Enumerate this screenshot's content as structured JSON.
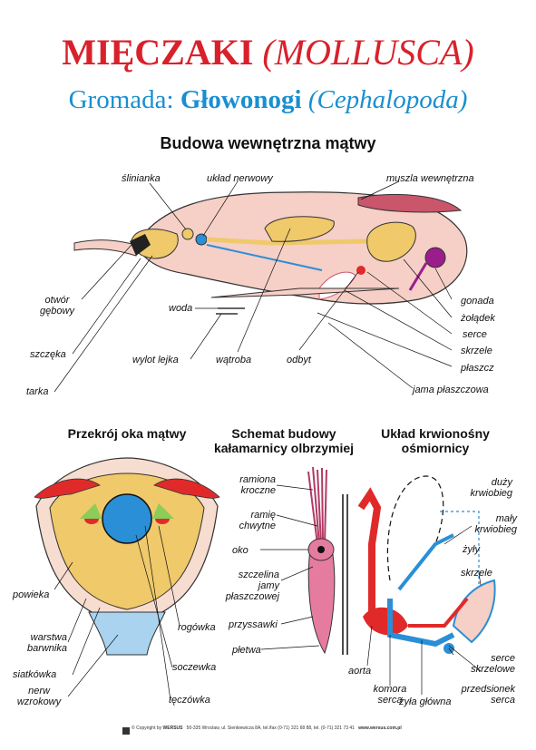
{
  "title": {
    "main": "MIĘCZAKI",
    "latin": "(MOLLUSCA)"
  },
  "subtitle": {
    "prefix": "Gromada:",
    "group": "Głowonogi",
    "latin": "(Cephalopoda)"
  },
  "heading": "Budowa wewnętrzna mątwy",
  "cuttlefish_labels": {
    "slinianka": "ślinianka",
    "uklad_nerwowy": "układ nerwowy",
    "muszla": "muszla wewnętrzna",
    "otwor_gebowy_1": "otwór",
    "otwor_gebowy_2": "gębowy",
    "woda": "woda",
    "szczeka": "szczęka",
    "wylot_lejka": "wylot lejka",
    "watroba": "wątroba",
    "odbyt": "odbyt",
    "tarka": "tarka",
    "gonada": "gonada",
    "zoladek": "żołądek",
    "serce": "serce",
    "skrzele": "skrzele",
    "plaszcz": "płaszcz",
    "jama_plaszczowa": "jama płaszczowa"
  },
  "section_eye": {
    "title": "Przekrój oka mątwy",
    "labels": {
      "powieka": "powieka",
      "warstwa_1": "warstwa",
      "warstwa_2": "barwnika",
      "siatkowka": "siatkówka",
      "nerw_1": "nerw",
      "nerw_2": "wzrokowy",
      "rogowka": "rogówka",
      "soczewka": "soczewka",
      "teczowka": "tęczówka"
    }
  },
  "section_squid": {
    "title_1": "Schemat budowy",
    "title_2": "kałamarnicy olbrzymiej",
    "labels": {
      "ramiona_1": "ramiona",
      "ramiona_2": "kroczne",
      "ramie_1": "ramię",
      "ramie_2": "chwytne",
      "oko": "oko",
      "szczelina_1": "szczelina",
      "szczelina_2": "jamy",
      "szczelina_3": "płaszczowej",
      "przyssawki": "przyssawki",
      "pletwa": "płetwa"
    }
  },
  "section_blood": {
    "title_1": "Układ krwionośny",
    "title_2": "ośmiornicy",
    "labels": {
      "duzy_1": "duży",
      "duzy_2": "krwiobieg",
      "maly_1": "mały",
      "maly_2": "krwiobieg",
      "zyly": "żyły",
      "skrzele": "skrzele",
      "aorta": "aorta",
      "komora_1": "komora",
      "komora_2": "serca",
      "zyla_glowna": "żyła główna",
      "serce_1": "serce",
      "serce_2": "skrzelowe",
      "przedsionek_1": "przedsionek",
      "przedsionek_2": "serca"
    }
  },
  "footer": {
    "copyright": "© Copyright by",
    "brand": "WERSUS",
    "address": "50-335 Wrocław, ul. Sienkiewicza 8A, tel./fax (0-71) 321 68 88, tel. (0-71) 321 73 41",
    "web": "www.wersus.com.pl"
  },
  "colors": {
    "title": "#d9212b",
    "subtitle": "#1a8fd0",
    "body_pink": "#f6cfc6",
    "organ_yellow": "#efc96a",
    "blood_red": "#e02a2a",
    "blood_blue": "#2a8fd6"
  }
}
